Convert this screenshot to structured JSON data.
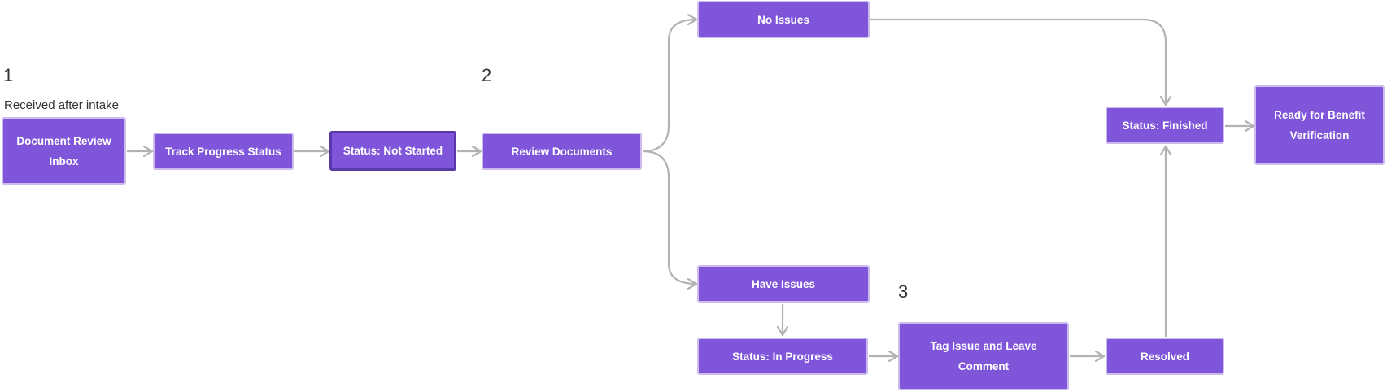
{
  "diagram": {
    "steps": [
      {
        "id": "step1",
        "label": "1"
      },
      {
        "id": "step2",
        "label": "2"
      },
      {
        "id": "step3",
        "label": "3"
      }
    ],
    "notes": [
      {
        "id": "note-received",
        "text": "Received after intake"
      }
    ],
    "nodes": [
      {
        "id": "document-review-inbox",
        "label": "Document Review Inbox"
      },
      {
        "id": "track-progress-status",
        "label": "Track Progress Status"
      },
      {
        "id": "status-not-started",
        "label": "Status: Not Started",
        "selected": true
      },
      {
        "id": "review-documents",
        "label": "Review Documents"
      },
      {
        "id": "no-issues",
        "label": "No Issues"
      },
      {
        "id": "have-issues",
        "label": "Have Issues"
      },
      {
        "id": "status-in-progress",
        "label": "Status: In Progress"
      },
      {
        "id": "tag-issue-leave-comment",
        "label": "Tag Issue and Leave Comment"
      },
      {
        "id": "resolved",
        "label": "Resolved"
      },
      {
        "id": "status-finished",
        "label": "Status: Finished"
      },
      {
        "id": "ready-for-benefit-verification",
        "label": "Ready for Benefit Verification"
      }
    ],
    "edges": [
      {
        "from": "document-review-inbox",
        "to": "track-progress-status"
      },
      {
        "from": "track-progress-status",
        "to": "status-not-started"
      },
      {
        "from": "status-not-started",
        "to": "review-documents"
      },
      {
        "from": "review-documents",
        "to": "no-issues"
      },
      {
        "from": "review-documents",
        "to": "have-issues"
      },
      {
        "from": "have-issues",
        "to": "status-in-progress"
      },
      {
        "from": "status-in-progress",
        "to": "tag-issue-leave-comment"
      },
      {
        "from": "tag-issue-leave-comment",
        "to": "resolved"
      },
      {
        "from": "resolved",
        "to": "status-finished"
      },
      {
        "from": "no-issues",
        "to": "status-finished"
      },
      {
        "from": "status-finished",
        "to": "ready-for-benefit-verification"
      }
    ],
    "colors": {
      "node_fill": "#7f56d9",
      "node_border": "#cdbbee",
      "selected_border": "#5a38a8",
      "node_text": "#ffffff",
      "edge": "#b3b3b3",
      "label_text": "#333333"
    }
  }
}
